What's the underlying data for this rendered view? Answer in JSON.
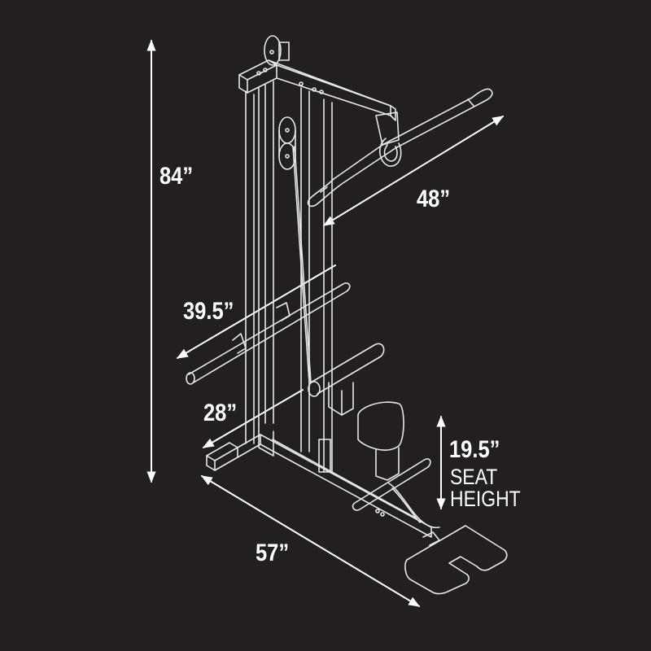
{
  "diagram": {
    "subject": "Lat pulldown / low row cable machine",
    "background_color": "#231f20",
    "line_color": "#ffffff",
    "dimensions": {
      "height": {
        "value": "84”"
      },
      "lat_bar_width": {
        "value": "48”"
      },
      "weight_horn_width": {
        "value": "39.5”"
      },
      "base_width": {
        "value": "28”"
      },
      "length": {
        "value": "57”"
      },
      "seat_height": {
        "value": "19.5”",
        "line1": "SEAT",
        "line2": "HEIGHT"
      }
    }
  }
}
